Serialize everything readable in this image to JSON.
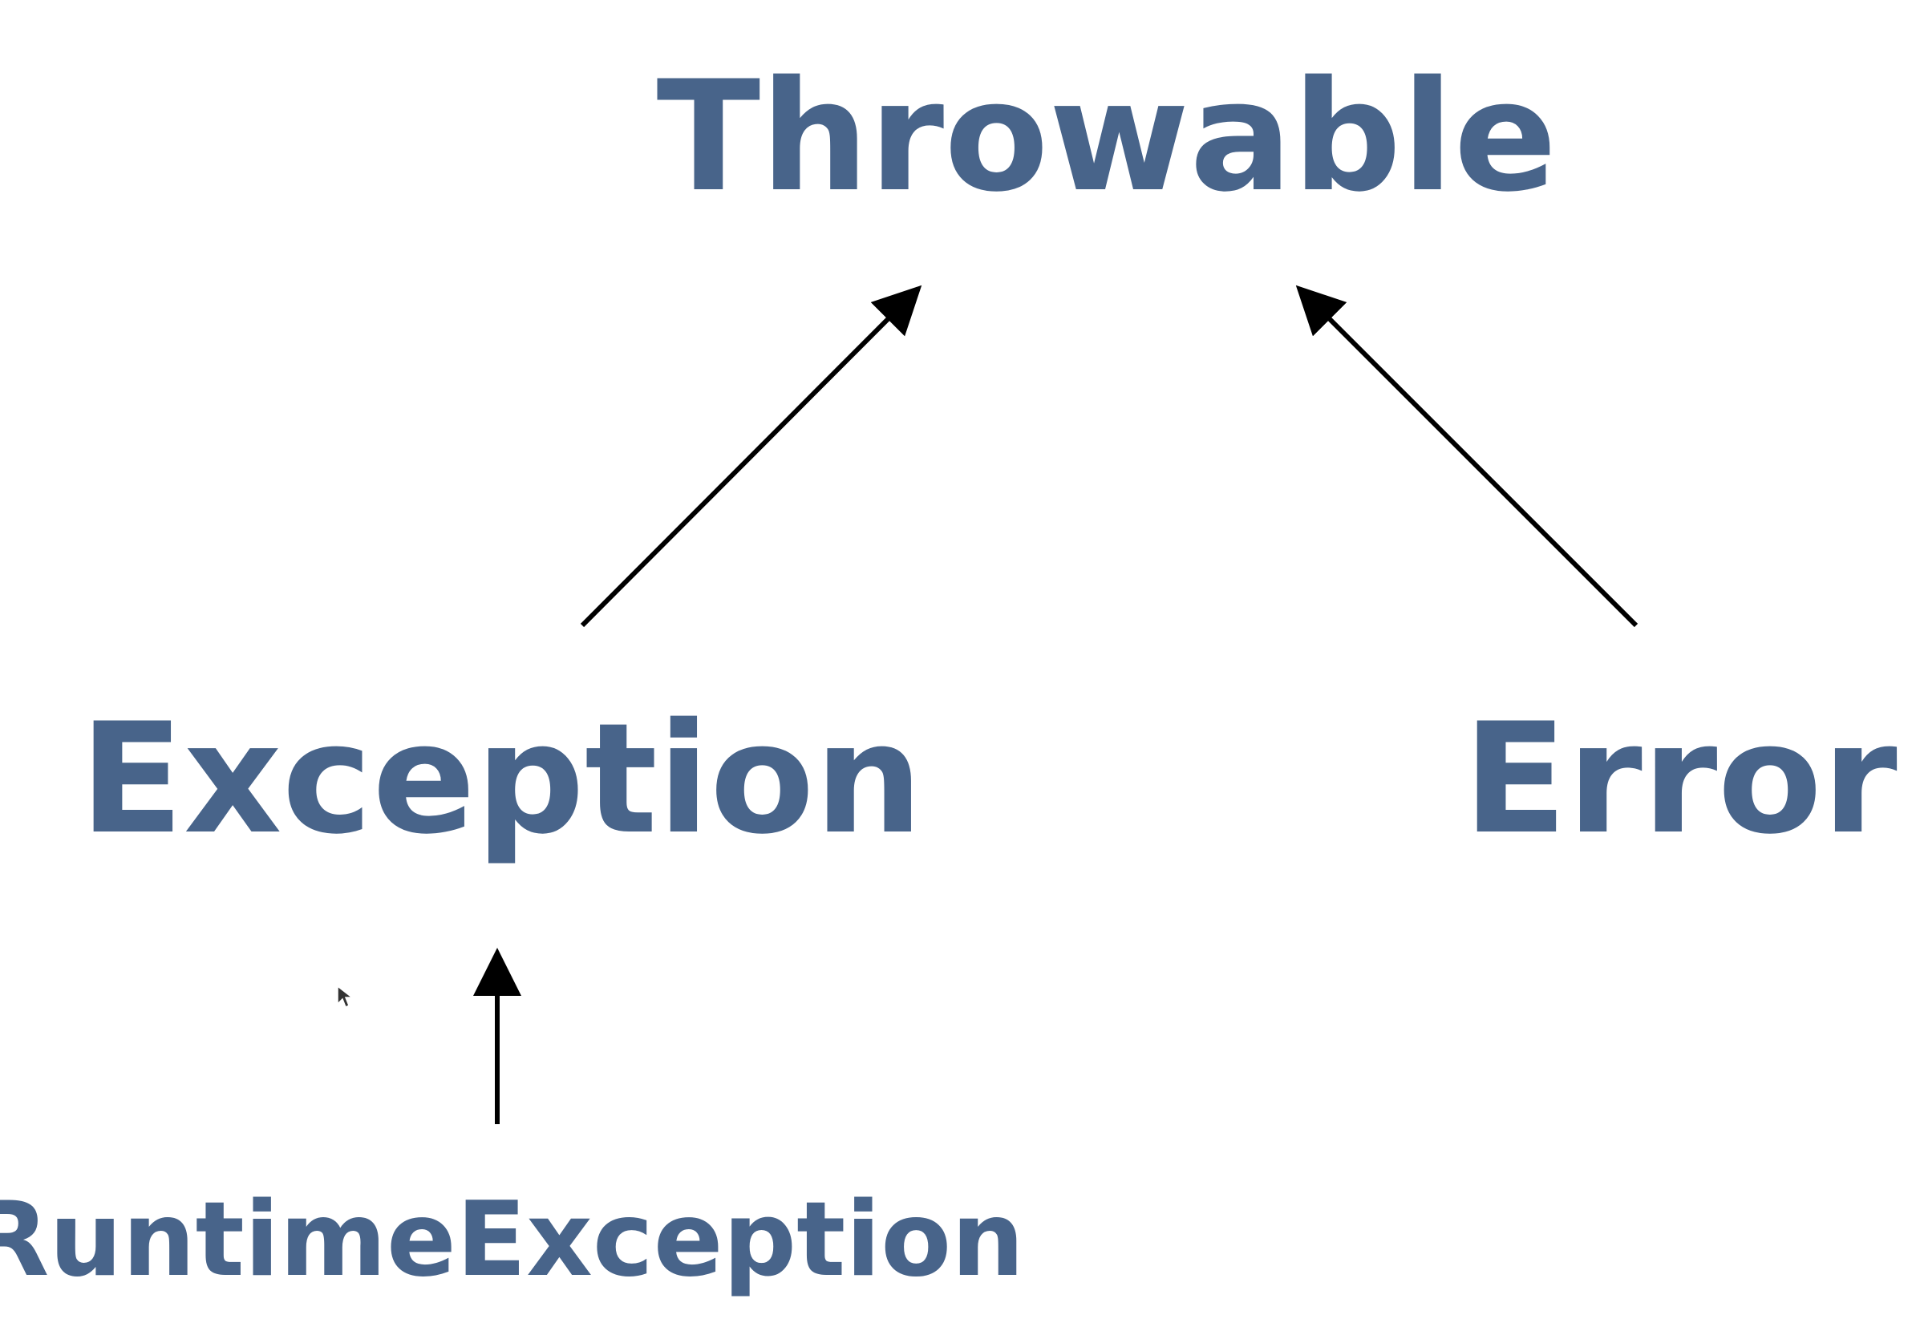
{
  "diagram": {
    "nodes": {
      "throwable": "Throwable",
      "exception": "Exception",
      "error": "Error",
      "runtime_exception": "RuntimeException"
    },
    "colors": {
      "node_text": "#48648A",
      "arrow": "#000000",
      "background": "#FFFFFF"
    },
    "edges": [
      {
        "from": "Exception",
        "to": "Throwable"
      },
      {
        "from": "Error",
        "to": "Throwable"
      },
      {
        "from": "RuntimeException",
        "to": "Exception"
      }
    ]
  }
}
